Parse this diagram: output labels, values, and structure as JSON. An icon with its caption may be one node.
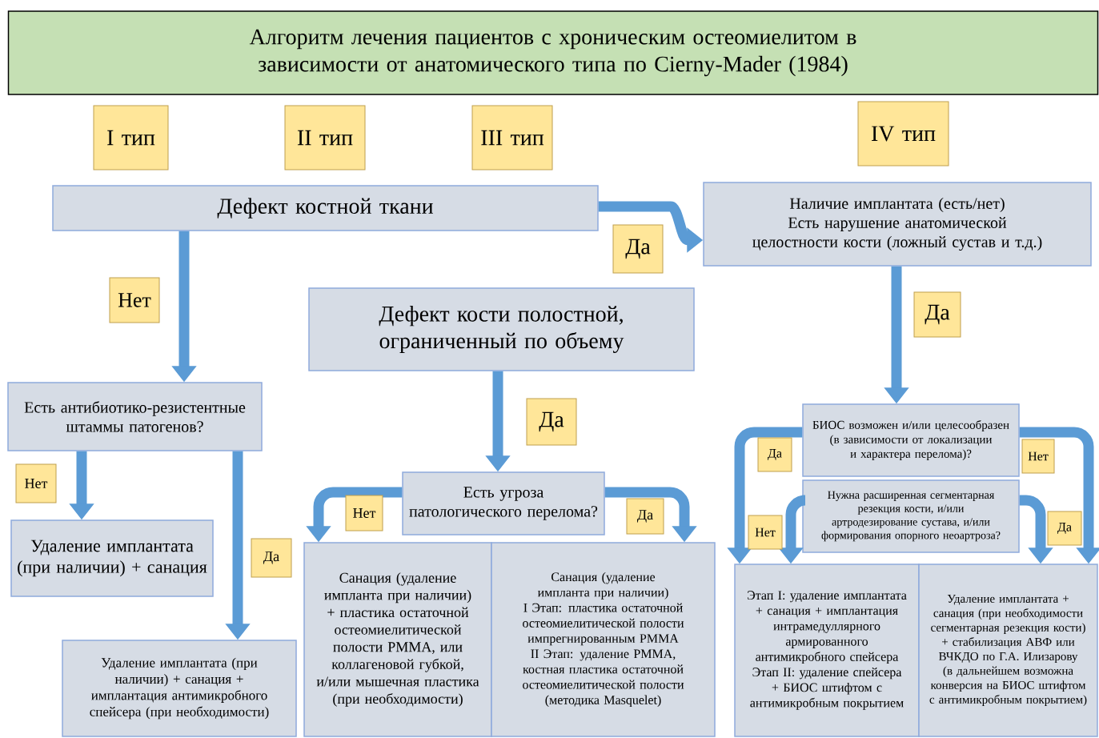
{
  "diagram": {
    "title": "Алгоритм лечения пациентов с хроническим остеомиелитом в зависимости от анатомического типа по Cierny-Mader (1984)",
    "nodes": [
      {
        "text": [
          "I тип"
        ]
      },
      {
        "text": [
          "II тип"
        ]
      },
      {
        "text": [
          "III тип"
        ]
      },
      {
        "text": [
          "IV тип"
        ]
      },
      {
        "text": [
          "Дефект костной ткани"
        ]
      },
      {
        "text": [
          "Наличие имплантата (есть/нет)",
          "Есть нарушение анатомической целостности кости (ложный сустав и т.д.)"
        ]
      },
      {
        "text": [
          "Дефект кости полостной, ограниченный по объему"
        ]
      },
      {
        "text": [
          "Есть антибиотико-резистентные штаммы патогенов?"
        ]
      },
      {
        "text": [
          "Удаление имплантата (при наличии) + санация"
        ]
      },
      {
        "text": [
          "Удаление имплантата (при наличии) + санация + имплантация антимикробного спейсера (при необходимости)"
        ]
      },
      {
        "text": [
          "Есть угроза патологического перелома?"
        ]
      },
      {
        "text": [
          "Санация (удаление импланта при наличии) + пластика остаточной остеомиелитической полости PMMA, или коллагеновой губкой, и/или мышечная пластика (при необходимости)"
        ]
      },
      {
        "text": [
          "Санация (удаление импланта при наличии)",
          "I Этап: пластика остаточной остеомиелитической полости импрегнированным PMMA",
          "II Этап: удаление PMMA, костная пластика остаточной остеомиелитической полости (методика Masquelet)"
        ]
      },
      {
        "text": [
          "БИОС возможен и/или целесообразен (в зависимости от локализации и характера перелома)?"
        ]
      },
      {
        "text": [
          "Нужна расширенная сегментарная резекция кости, и/или артродезирование сустава, и/или формирования опорного неоартроза?"
        ]
      },
      {
        "text": [
          "Этап I: удаление имплантата + санация + имплантация интрамедуллярного армированного антимикробного спейсера",
          "Этап II: удаление спейсера + БИОС штифтом с антимикробным покрытием"
        ]
      },
      {
        "text": [
          "Удаление имплантата + санация (при необходимости сегментарная резекция кости) + стабилизация АВФ или ВЧКДО по Г.А. Илизарову (в дальнейшем возможна конверсия на БИОС штифтом с антимикробным покрытием)"
        ]
      }
    ],
    "edges": [
      {
        "from": 4,
        "to": 5,
        "arrow": "to",
        "label": "Да"
      },
      {
        "from": 4,
        "to": 7,
        "arrow": "to",
        "label": "Нет"
      },
      {
        "from": 6,
        "to": 10,
        "arrow": "to",
        "label": "Да"
      },
      {
        "from": 7,
        "to": 8,
        "arrow": "to",
        "label": "Нет"
      },
      {
        "from": 7,
        "to": 9,
        "arrow": "to",
        "label": "Да"
      },
      {
        "from": 10,
        "to": 11,
        "arrow": "to",
        "label": "Нет"
      },
      {
        "from": 10,
        "to": 12,
        "arrow": "to",
        "label": "Да"
      },
      {
        "from": 5,
        "to": 13,
        "arrow": "to",
        "label": "Да"
      },
      {
        "from": 13,
        "to": 15,
        "arrow": "to",
        "label": "Да"
      },
      {
        "from": 13,
        "to": 16,
        "arrow": "to",
        "label": "Нет"
      },
      {
        "from": 14,
        "to": 15,
        "arrow": "to",
        "label": "Нет"
      },
      {
        "from": 14,
        "to": 16,
        "arrow": "to",
        "label": "Да"
      }
    ]
  }
}
